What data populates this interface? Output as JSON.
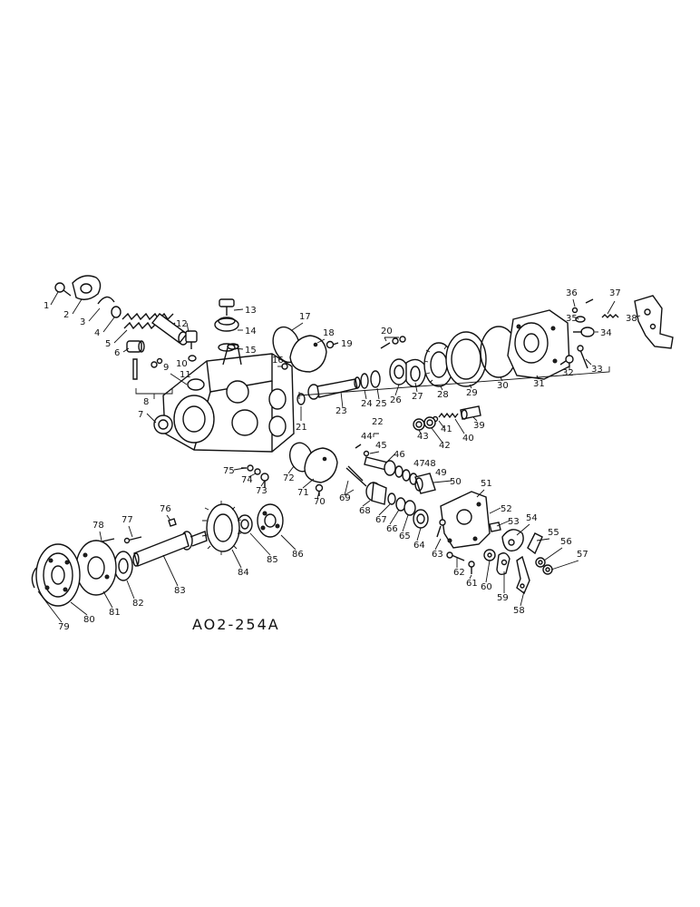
{
  "caption": "AO2-254A",
  "labels": {
    "l1": "1",
    "l2": "2",
    "l3": "3",
    "l4": "4",
    "l5": "5",
    "l6": "6",
    "l7": "7",
    "l8": "8",
    "l9": "9",
    "l10": "10",
    "l11": "11",
    "l12": "12",
    "l13": "13",
    "l14": "14",
    "l15": "15",
    "l16": "16",
    "l17": "17",
    "l18": "18",
    "l19": "19",
    "l20": "20",
    "l21": "21",
    "l22": "22",
    "l23": "23",
    "l24": "24",
    "l25": "25",
    "l26": "26",
    "l27": "27",
    "l28": "28",
    "l29": "29",
    "l30": "30",
    "l31": "31",
    "l32": "32",
    "l33": "33",
    "l34": "34",
    "l35": "35",
    "l36": "36",
    "l37": "37",
    "l38": "38",
    "l39": "39",
    "l40": "40",
    "l41": "41",
    "l42": "42",
    "l43": "43",
    "l44": "44",
    "l45": "45",
    "l46": "46",
    "l47": "47",
    "l48": "48",
    "l49": "49",
    "l50": "50",
    "l51": "51",
    "l52": "52",
    "l53": "53",
    "l54": "54",
    "l55": "55",
    "l56": "56",
    "l57": "57",
    "l58": "58",
    "l59": "59",
    "l60": "60",
    "l61": "61",
    "l62": "62",
    "l63": "63",
    "l64": "64",
    "l65": "65",
    "l66": "66",
    "l67": "67",
    "l68": "68",
    "l69": "69",
    "l70": "70",
    "l71": "71",
    "l72": "72",
    "l73": "73",
    "l74": "74",
    "l75": "75",
    "l76": "76",
    "l77": "77",
    "l78": "78",
    "l79": "79",
    "l80": "80",
    "l81": "81",
    "l82": "82",
    "l83": "83",
    "l84": "84",
    "l85": "85",
    "l86": "86"
  }
}
